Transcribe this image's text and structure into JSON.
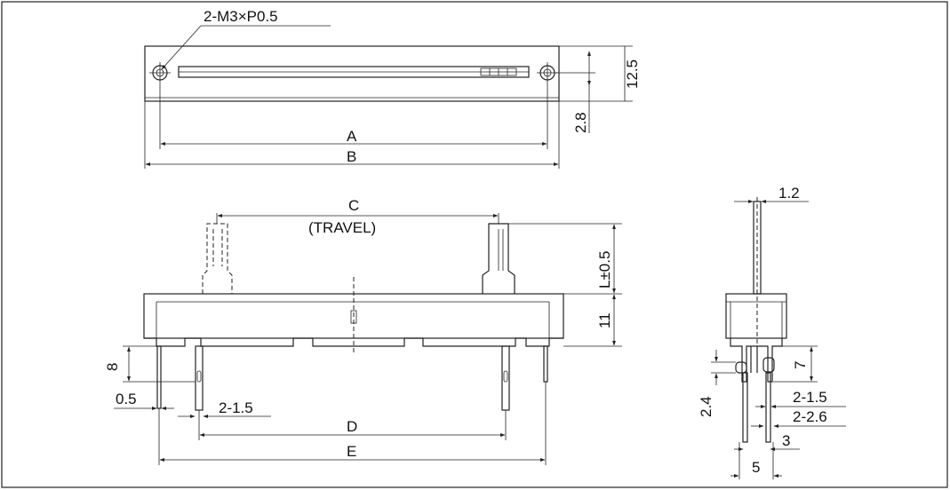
{
  "top_view": {
    "hole_callout": "2-M3×P0.5",
    "dim_A": "A",
    "dim_B": "B",
    "dim_height": "12.5",
    "dim_offset": "2.8"
  },
  "front_view": {
    "dim_C": "C",
    "travel_note": "(TRAVEL)",
    "dim_L": "L±0.5",
    "dim_body_height": "11",
    "dim_pin_length": "8",
    "dim_pin_thickness": "0.5",
    "dim_pin_width": "2-1.5",
    "dim_D": "D",
    "dim_E": "E"
  },
  "side_view": {
    "dim_lever_width": "1.2",
    "dim_pin_len": "7",
    "dim_offset": "2.4",
    "dim_pin_w1": "2-1.5",
    "dim_pin_w2": "2-2.6",
    "dim_pitch": "3",
    "dim_total": "5"
  }
}
